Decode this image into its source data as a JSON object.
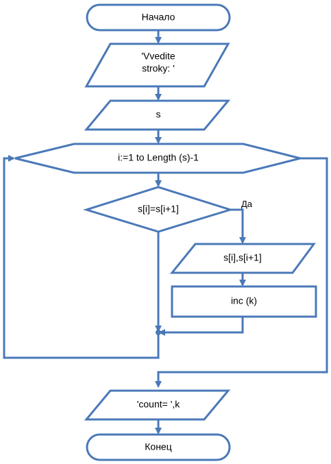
{
  "flowchart": {
    "start_label": "Начало",
    "prompt_line1": "'Vvedite",
    "prompt_line2": "stroky: '",
    "input_label": "s",
    "loop_label": "i:=1 to Length (s)-1",
    "condition_label": "s[i]=s[i+1]",
    "yes_label": "Да",
    "output_pair_label": "s[i],s[i+1]",
    "process_label": "inc (k)",
    "output_count_label": "'count= ',k",
    "end_label": "Конец"
  },
  "colors": {
    "stroke": "#4a78b8",
    "fill": "#ffffff",
    "text": "#000000"
  }
}
